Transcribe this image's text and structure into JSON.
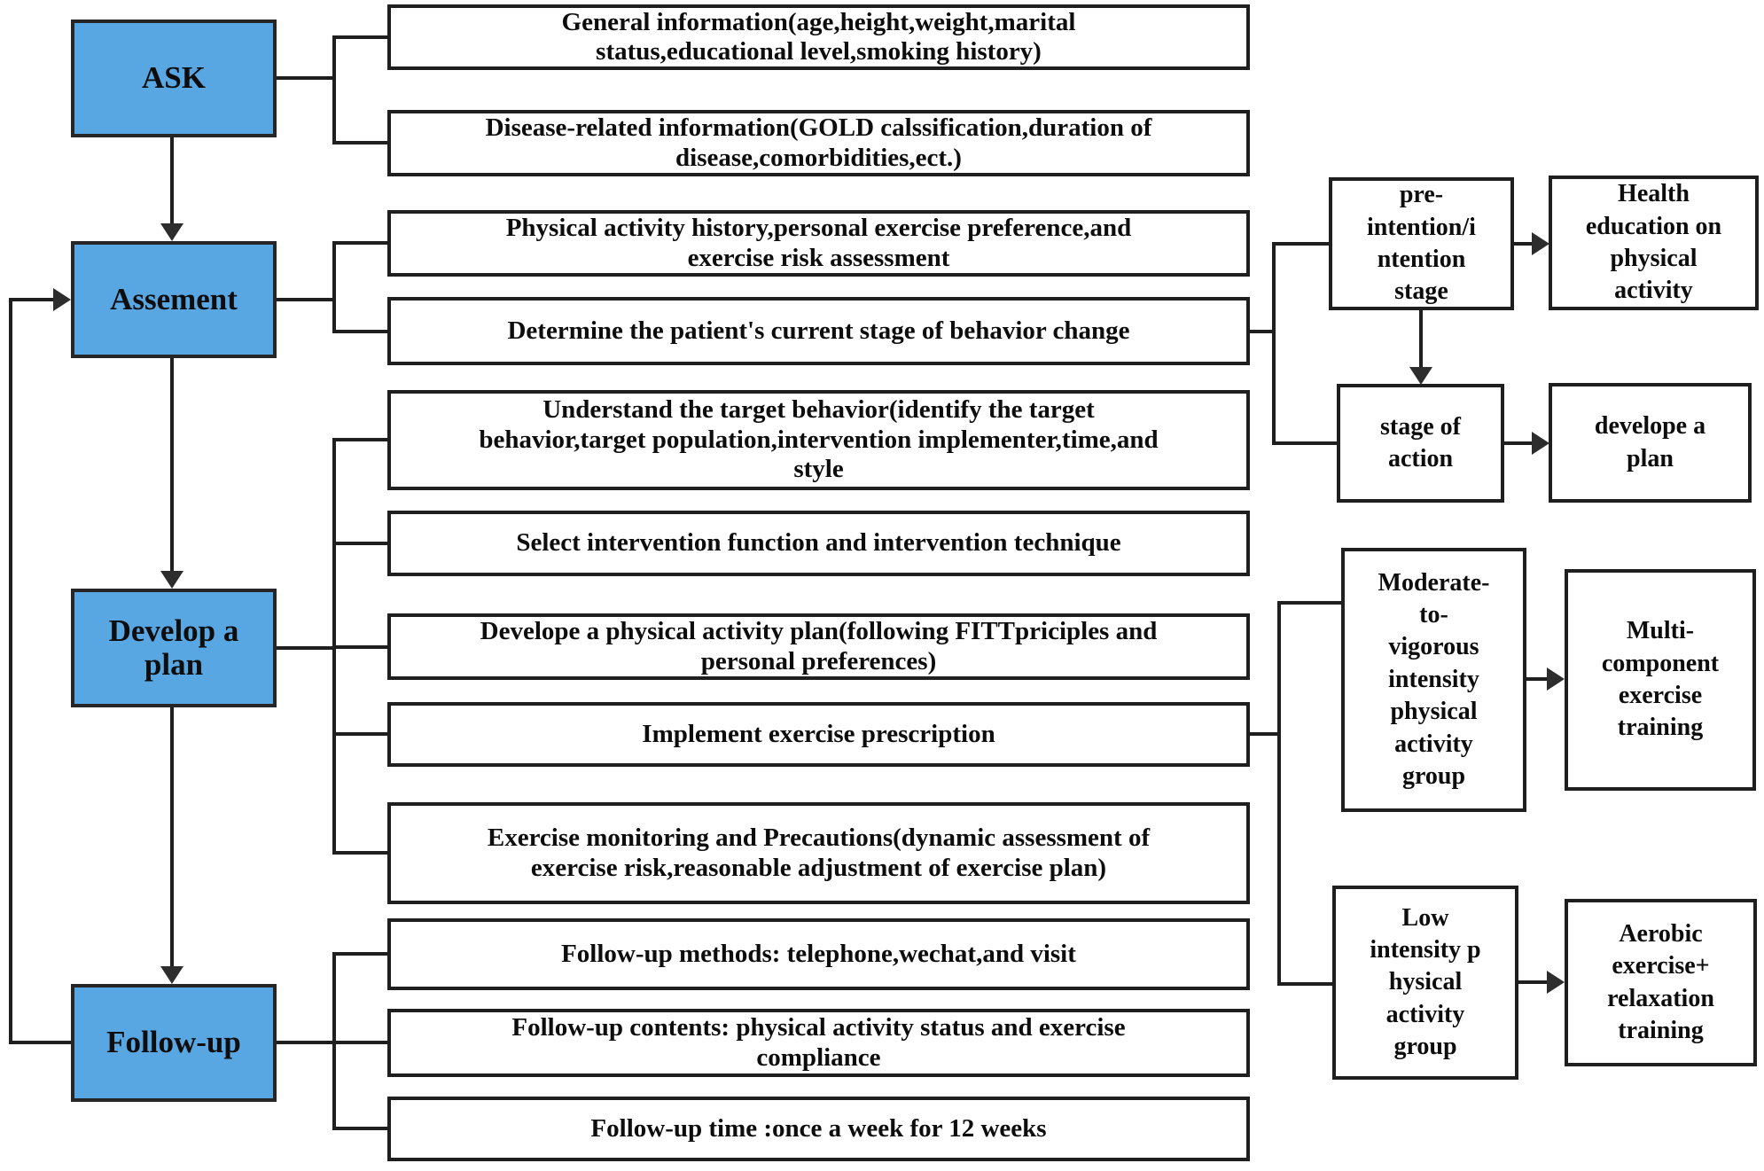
{
  "colors": {
    "node_fill": "#58a7e3",
    "line_color": "#1f1f1f",
    "background": "#ffffff"
  },
  "process": {
    "ask": "ASK",
    "assessment": "Assement",
    "develop_plan": "Develop a\nplan",
    "follow_up": "Follow-up"
  },
  "details": {
    "general_info": "General information(age,height,weight,marital\nstatus,educational level,smoking history)",
    "disease_info": "Disease-related information(GOLD calssification,duration of\ndisease,comorbidities,ect.)",
    "pa_history": "Physical activity history,personal exercise preference,and\nexercise risk assessment",
    "determine_stage": "Determine the patient's current stage of behavior change",
    "understand_behavior": "Understand the target behavior(identify the target\nbehavior,target population,intervention implementer,time,and\nstyle",
    "select_intervention": "Select intervention function and intervention technique",
    "develop_pa_plan": "Develope a physical activity plan(following FITTpriciples and\npersonal preferences)",
    "implement_prescription": "Implement exercise prescription",
    "exercise_monitoring": "Exercise monitoring and Precautions(dynamic assessment of\nexercise risk,reasonable adjustment of exercise plan)",
    "followup_methods": "Follow-up methods: telephone,wechat,and visit",
    "followup_contents": "Follow-up contents: physical activity status and exercise\ncompliance",
    "followup_time": "Follow-up time :once a week for 12 weeks"
  },
  "stages": {
    "pre_intention": "pre-\nintention/i\nntention\nstage",
    "health_education": "Health\neducation on\nphysical\nactivity",
    "stage_of_action": "stage of\naction",
    "develope_a_plan": "develope a\nplan"
  },
  "groups": {
    "moderate_vigorous": "Moderate-\nto-\nvigorous\nintensity\nphysical\nactivity\ngroup",
    "multi_component": "Multi-\ncomponent\nexercise\ntraining",
    "low_intensity": "Low\nintensity p\nhysical\nactivity\ngroup",
    "aerobic_relaxation": "Aerobic\nexercise+\nrelaxation\ntraining"
  }
}
